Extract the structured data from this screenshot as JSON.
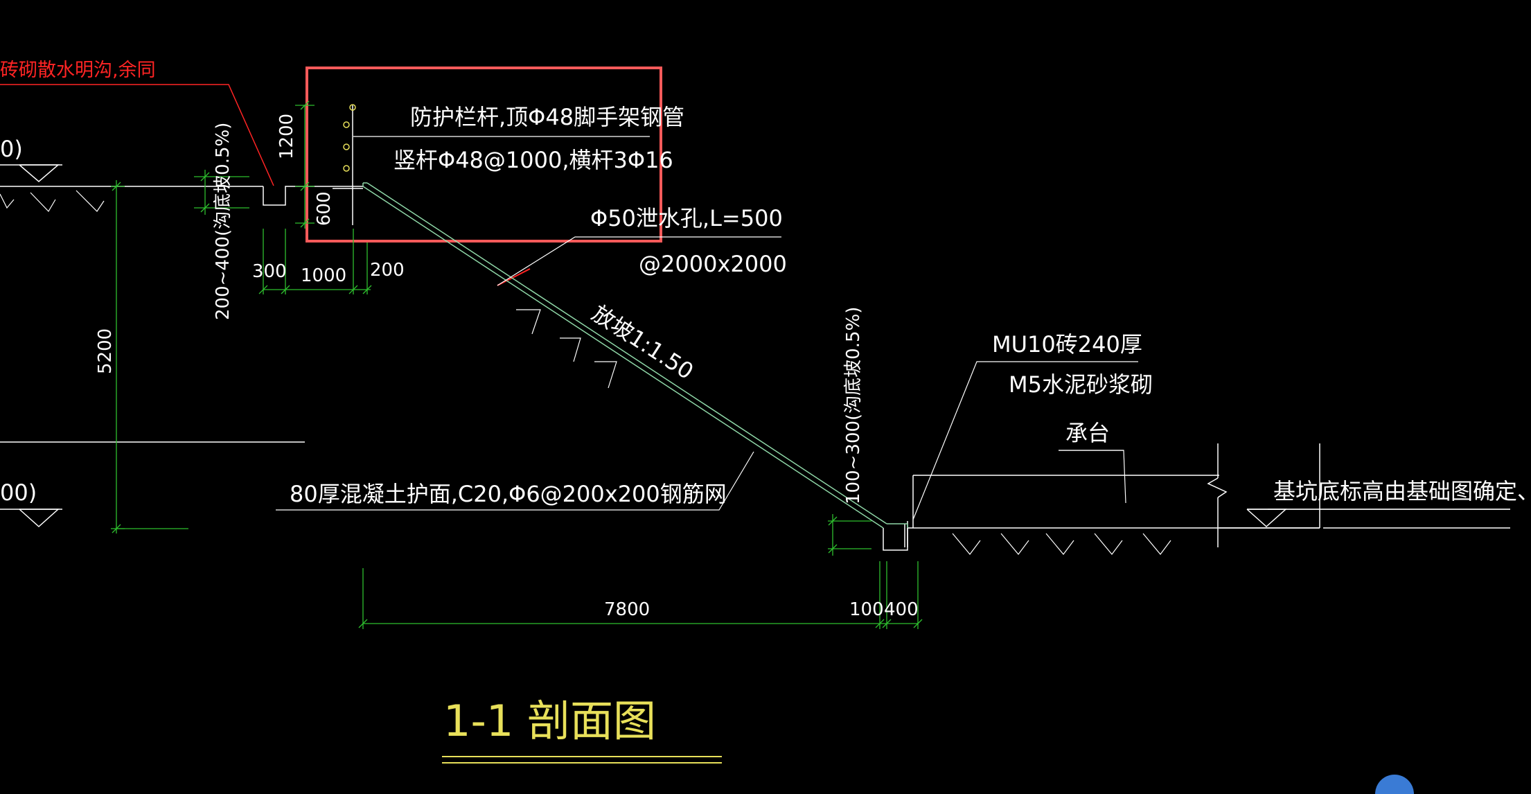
{
  "drawing": {
    "title": "1-1  剖面图",
    "colors": {
      "background": "#000000",
      "text": "#ffffff",
      "dimension": "#2ec02e",
      "leader": "#ffffff",
      "red_note": "#ff2424",
      "highlight_box": "#ff5a5a",
      "title": "#e8e05a"
    },
    "annotations": {
      "top_left_red": "砖砌散水明沟,余同",
      "elev_top": "0)",
      "elev_bottom": "00)",
      "railing_line1": "防护栏杆,顶Φ48脚手架钢管",
      "railing_line2": "竖杆Φ48@1000,横杆3Φ16",
      "drain_hole_line1": "Φ50泄水孔,L=500",
      "drain_hole_line2": "@2000x2000",
      "slope": "放坡1:1.50",
      "concrete_face": "80厚混凝土护面,C20,Φ6@200x200钢筋网",
      "brick_line1": "MU10砖240厚",
      "brick_line2": "M5水泥砂浆砌",
      "cap": "承台",
      "pit_bottom": "基坑底标高由基础图确定、不得超挖",
      "gutter_left": "200~400(沟底坡0.5%)",
      "gutter_right": "100~300(沟底坡0.5%)"
    },
    "dimensions": {
      "d1200": "1200",
      "d600": "600",
      "d300": "300",
      "d1000": "1000",
      "d200": "200",
      "d5200": "5200",
      "d7800": "7800",
      "d100": "100",
      "d400": "400"
    }
  }
}
